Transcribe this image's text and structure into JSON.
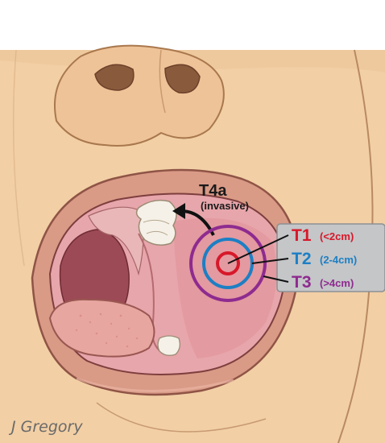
{
  "labels": {
    "t4a": "T4a",
    "t4a_sub": "(invasive)",
    "t1": "T1",
    "t1_size": "(<2cm)",
    "t2": "T2",
    "t2_size": "(2-4cm)",
    "t3": "T3",
    "t3_size": "(>4cm)"
  },
  "signature": "J Gregory",
  "colors": {
    "t1": "#d7182a",
    "t2": "#1d7fc4",
    "t3": "#8e2b8f",
    "skin": "#f2cfa5",
    "lip": "#d99a86",
    "mucosa": "#e7a6ab",
    "legend_box": "#c4c6c8"
  }
}
